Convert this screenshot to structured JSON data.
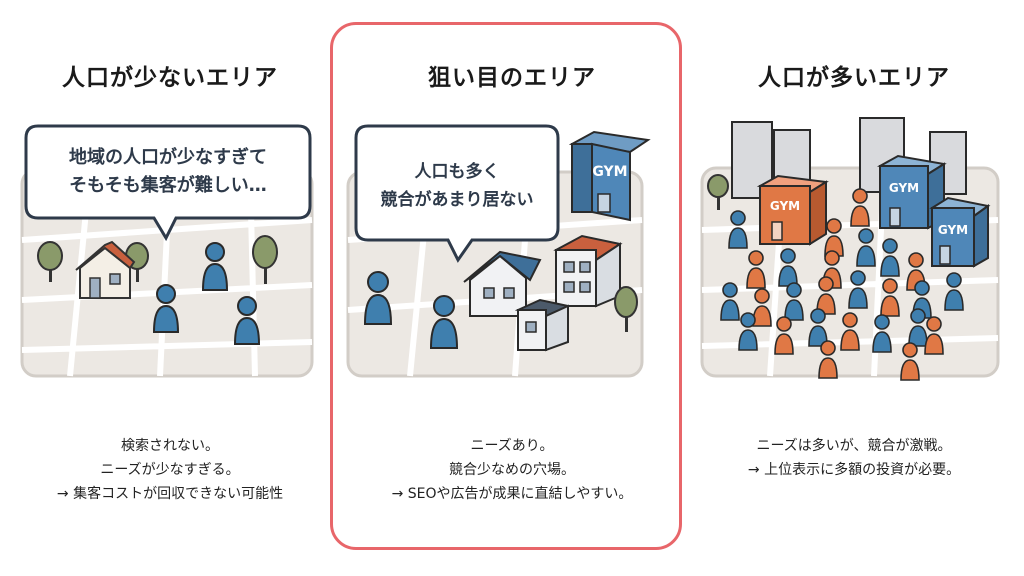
{
  "panels": [
    {
      "title": "人口が少ないエリア",
      "bubble": [
        "地域の人口が少なすぎて",
        "そもそも集客が難しい…"
      ],
      "caption": [
        "検索されない。",
        "ニーズが少なすぎる。",
        "→ 集客コストが回収できない可能性"
      ]
    },
    {
      "title": "狙い目のエリア",
      "bubble": [
        "人口も多く",
        "競合があまり居ない"
      ],
      "sign": "GYM",
      "caption": [
        "ニーズあり。",
        "競合少なめの穴場。",
        "→ SEOや広告が成果に直結しやすい。"
      ]
    },
    {
      "title": "人口が多いエリア",
      "signs": [
        "GYM",
        "GYM",
        "GYM"
      ],
      "caption": [
        "ニーズは多いが、競合が激戦。",
        "→ 上位表示に多額の投資が必要。"
      ]
    }
  ],
  "colors": {
    "highlight": "#e8666a",
    "person_blue": "#3f7fae",
    "person_orange": "#e07845",
    "gym_blue": "#4f87b8",
    "gym_orange": "#e07845",
    "map": "#ece8e3"
  }
}
